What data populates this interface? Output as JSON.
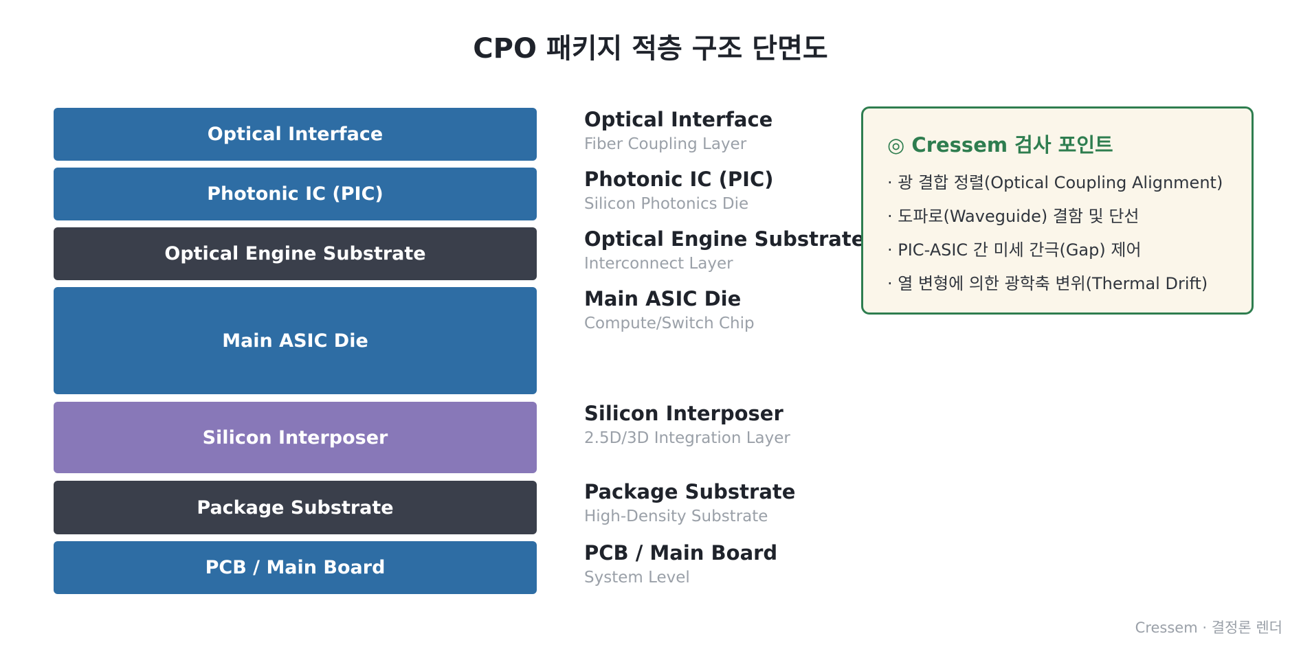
{
  "title": "CPO 패키지 적층 구조 단면도",
  "colors": {
    "blue": "#2e6da4",
    "dark": "#3a3f4b",
    "purple": "#8878b8",
    "accent_green": "#2e7d4f",
    "panel_bg": "#fbf6ea"
  },
  "layers": [
    {
      "label": "Optical Interface",
      "color": "#2e6da4"
    },
    {
      "label": "Photonic IC (PIC)",
      "color": "#2e6da4"
    },
    {
      "label": "Optical Engine Substrate",
      "color": "#3a3f4b"
    },
    {
      "label": "Main ASIC Die",
      "color": "#2e6da4"
    },
    {
      "label": "Silicon Interposer",
      "color": "#8878b8"
    },
    {
      "label": "Package Substrate",
      "color": "#3a3f4b"
    },
    {
      "label": "PCB / Main Board",
      "color": "#2e6da4"
    }
  ],
  "labels": [
    {
      "name": "Optical Interface",
      "sub": "Fiber Coupling Layer"
    },
    {
      "name": "Photonic IC (PIC)",
      "sub": "Silicon Photonics Die"
    },
    {
      "name": "Optical Engine Substrate",
      "sub": "Interconnect Layer"
    },
    {
      "name": "Main ASIC Die",
      "sub": "Compute/Switch Chip"
    },
    {
      "name": "Silicon Interposer",
      "sub": "2.5D/3D Integration Layer"
    },
    {
      "name": "Package Substrate",
      "sub": "High-Density Substrate"
    },
    {
      "name": "PCB / Main Board",
      "sub": "System Level"
    }
  ],
  "panel": {
    "icon": "◎",
    "title": "Cressem 검사 포인트",
    "items": [
      "· 광 결합 정렬(Optical Coupling Alignment)",
      "· 도파로(Waveguide) 결함 및 단선",
      "· PIC-ASIC 간 미세 간극(Gap) 제어",
      "· 열 변형에 의한 광학축 변위(Thermal Drift)"
    ]
  },
  "footer": "Cressem · 결정론 렌더"
}
